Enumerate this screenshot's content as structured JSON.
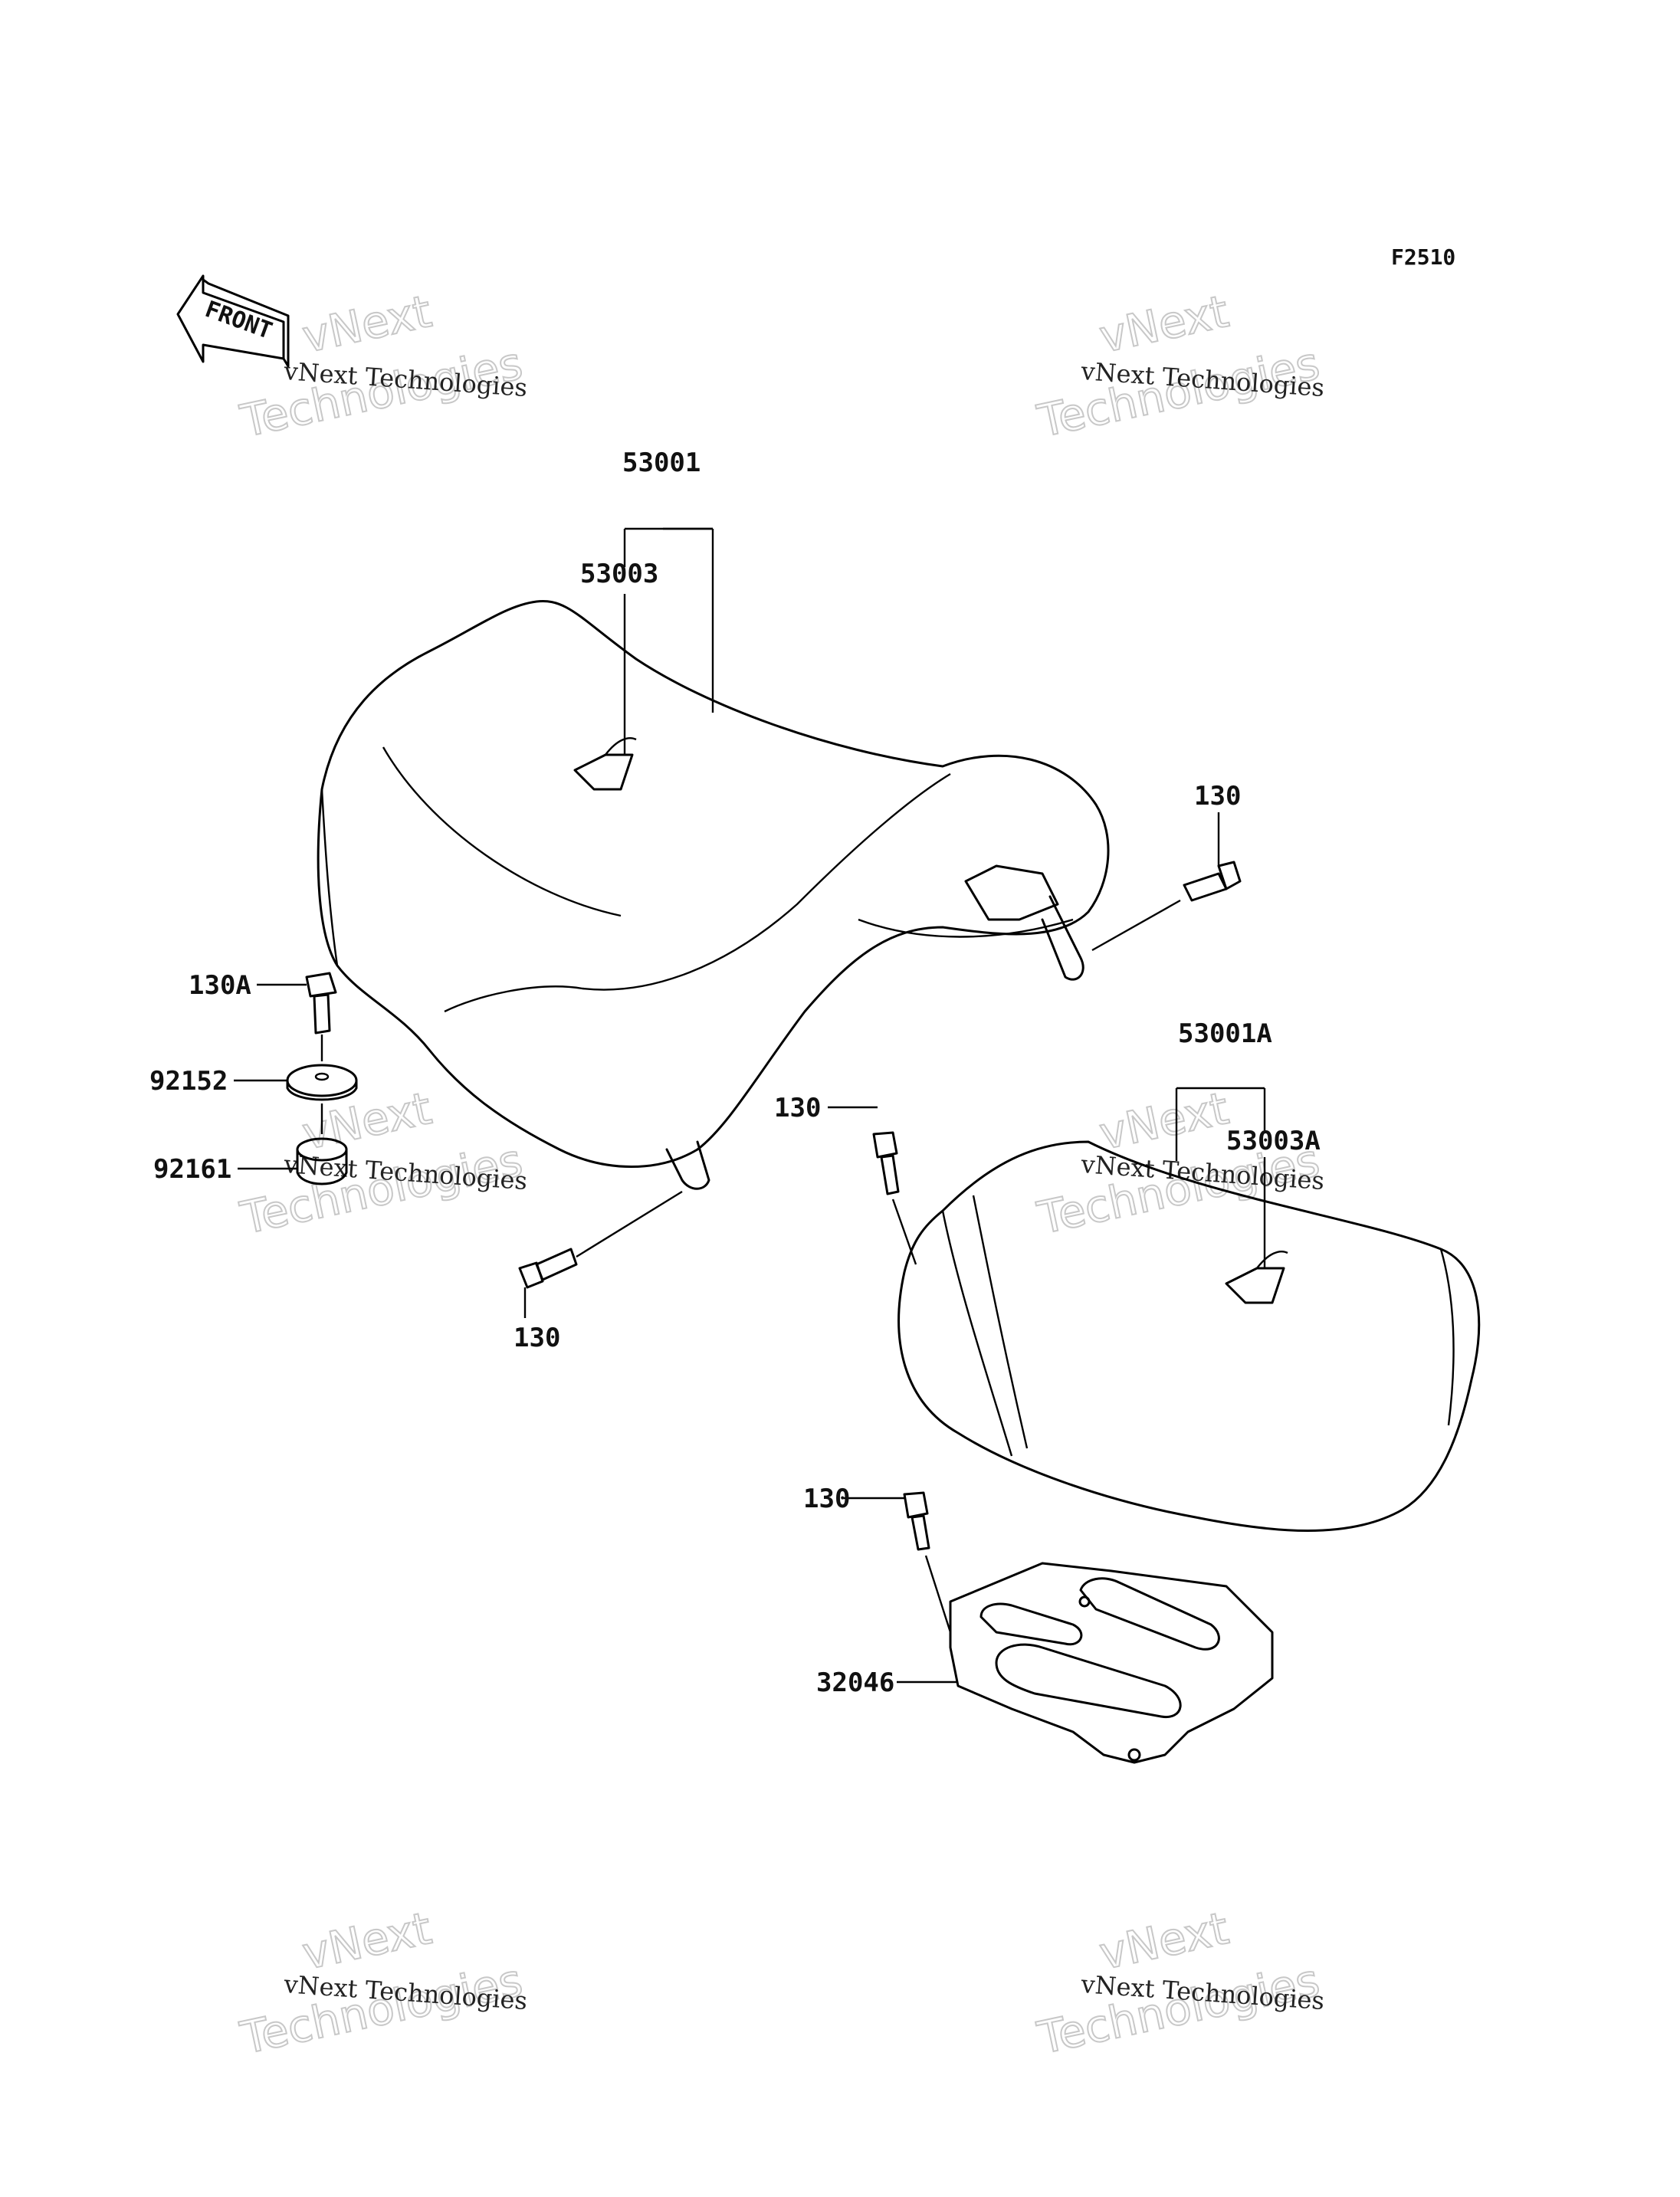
{
  "diagram": {
    "code": "F2510",
    "front_label": "FRONT",
    "watermark": {
      "line1": "vNext Technologies",
      "big_line1": "vNext",
      "big_line2": "Technologies"
    },
    "callouts": {
      "seat_assembly": "53001",
      "seat_cover": "53003",
      "rear_seat_assembly": "53001A",
      "rear_seat_cover": "53003A",
      "bolt": "130",
      "bolt_a": "130A",
      "washer": "92152",
      "damper": "92161",
      "plate": "32046"
    }
  }
}
